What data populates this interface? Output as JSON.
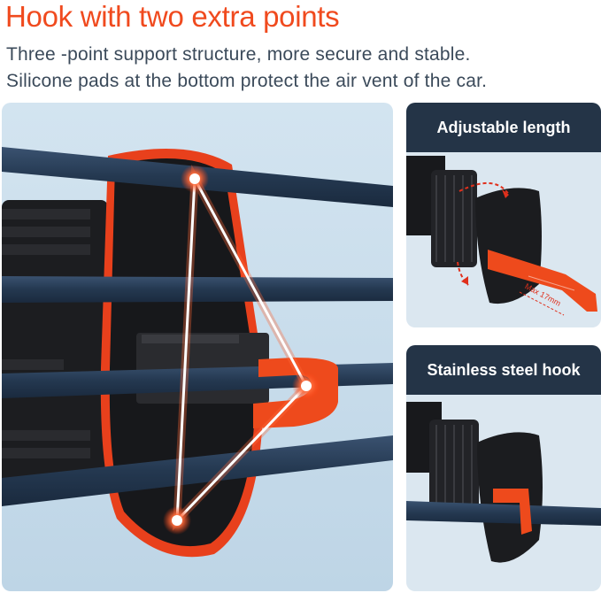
{
  "header": {
    "title": "Hook with two extra points",
    "subtitle_line1": "Three -point support structure, more secure and stable.",
    "subtitle_line2": "Silicone pads at the bottom protect the air vent of the car."
  },
  "panels": {
    "top_right": {
      "label": "Adjustable length",
      "measure_label": "Max 17mm"
    },
    "bottom_right": {
      "label": "Stainless steel hook"
    }
  },
  "colors": {
    "accent": "#f04a1e",
    "text": "#3b4a5a",
    "banner": "#243447",
    "panel_bg": "#d3e4f0",
    "vent": "#2c3e54",
    "device": "#1e1f22"
  }
}
